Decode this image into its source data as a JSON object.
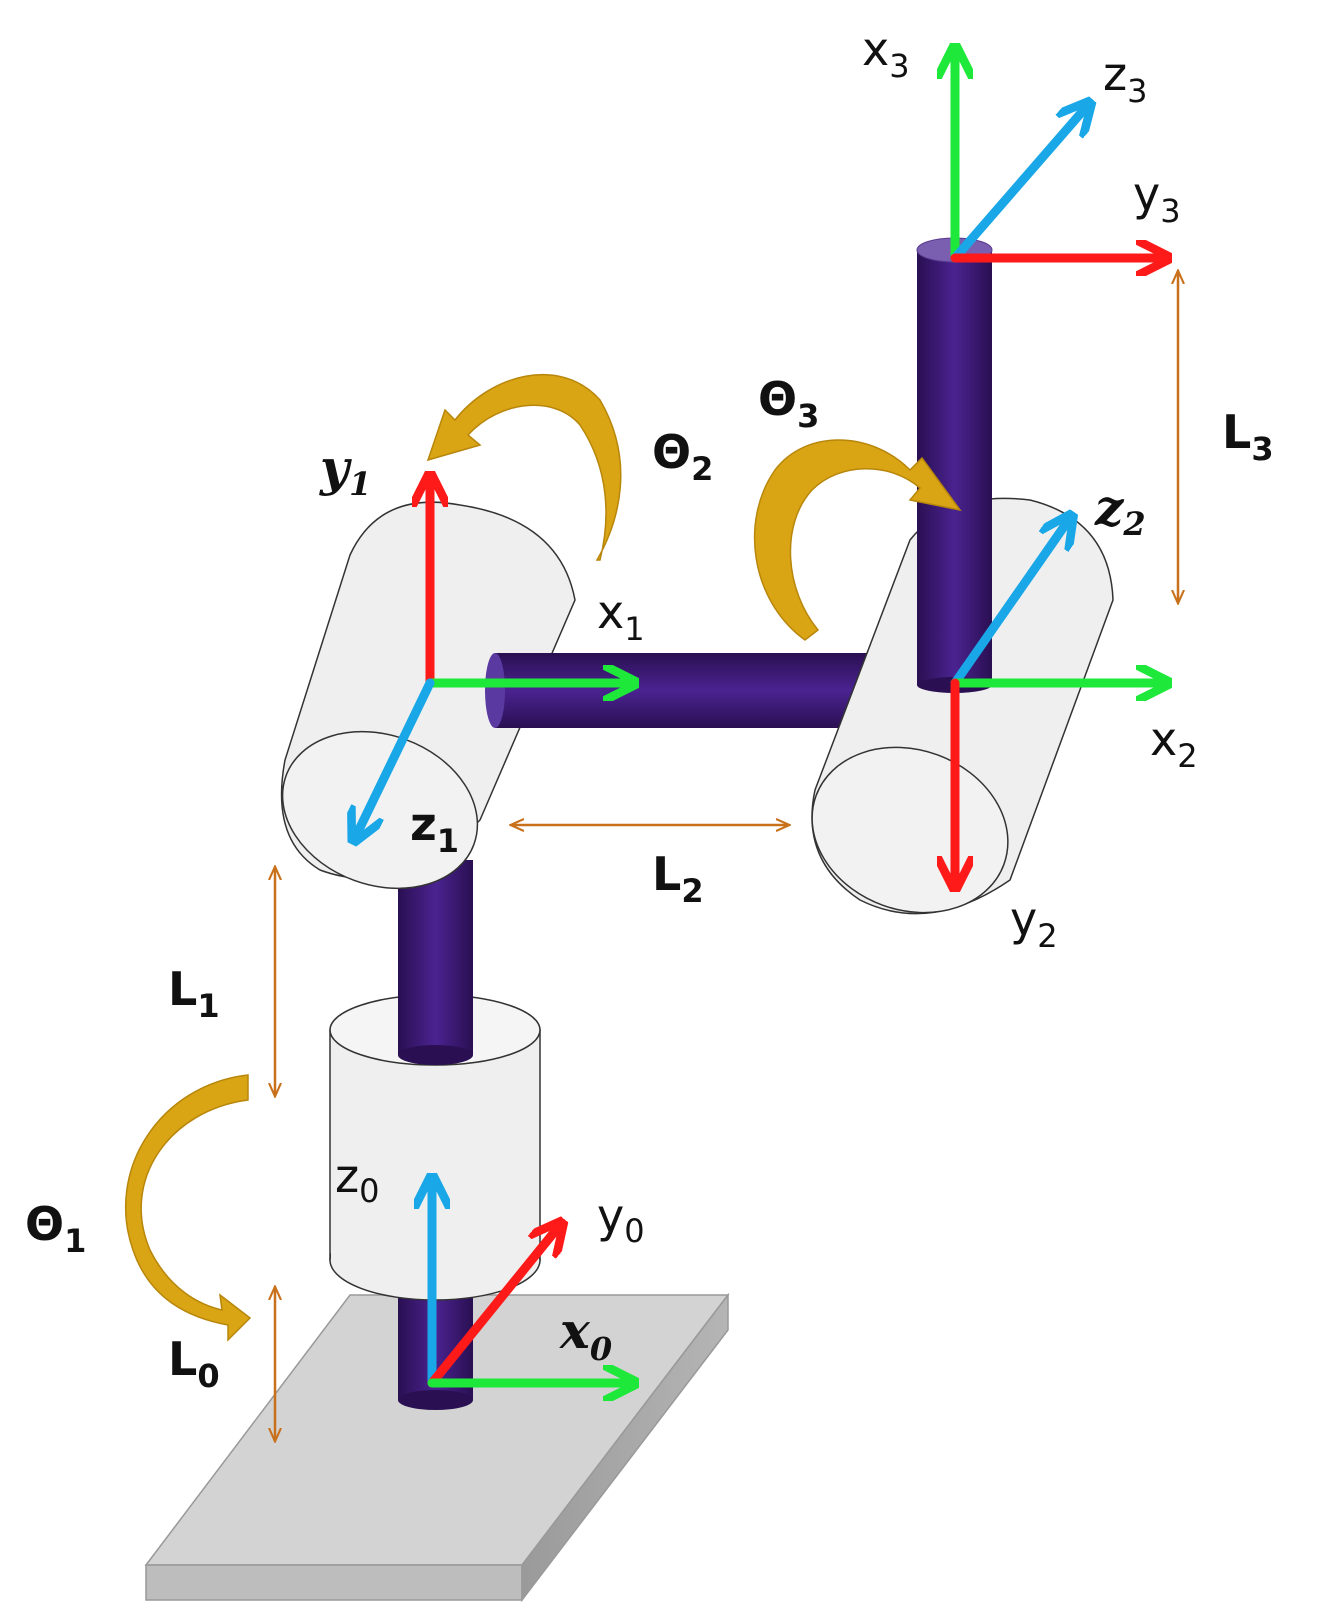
{
  "colors": {
    "x_axis": "#1ee83a",
    "y_axis": "#ff1a1a",
    "z_axis": "#1aa7e8",
    "dimension": "#c8701a",
    "rotation_arrow": "#d9a514",
    "link": "#3d1a6e",
    "joint_body": "#efefef",
    "base_plate": "#cfcfcf"
  },
  "axes": {
    "x0": {
      "base": "x",
      "sub": "0"
    },
    "y0": {
      "base": "y",
      "sub": "0"
    },
    "z0": {
      "base": "z",
      "sub": "0"
    },
    "x1": {
      "base": "x",
      "sub": "1"
    },
    "y1": {
      "base": "y",
      "sub": "1"
    },
    "z1": {
      "base": "z",
      "sub": "1"
    },
    "x2": {
      "base": "x",
      "sub": "2"
    },
    "y2": {
      "base": "y",
      "sub": "2"
    },
    "z2": {
      "base": "z",
      "sub": "2"
    },
    "x3": {
      "base": "x",
      "sub": "3"
    },
    "y3": {
      "base": "y",
      "sub": "3"
    },
    "z3": {
      "base": "z",
      "sub": "3"
    }
  },
  "lengths": {
    "L0": {
      "base": "L",
      "sub": "0"
    },
    "L1": {
      "base": "L",
      "sub": "1"
    },
    "L2": {
      "base": "L",
      "sub": "2"
    },
    "L3": {
      "base": "L",
      "sub": "3"
    }
  },
  "angles": {
    "theta1": {
      "base": "Θ",
      "sub": "1"
    },
    "theta2": {
      "base": "Θ",
      "sub": "2"
    },
    "theta3": {
      "base": "Θ",
      "sub": "3"
    }
  }
}
